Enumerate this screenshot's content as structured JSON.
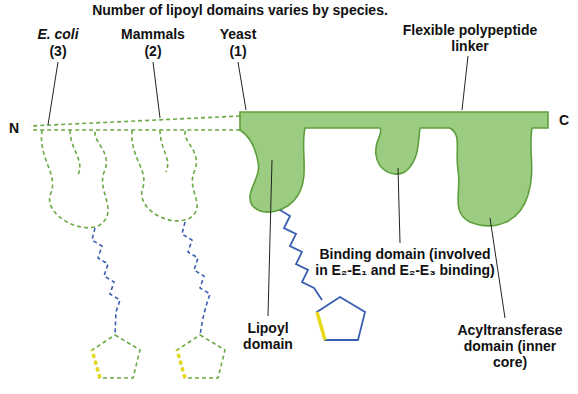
{
  "diagram": {
    "title": "Number of lipoyl domains varies by species.",
    "labels": [
      "E. coli",
      "(3)",
      "Mammals",
      "(2)",
      "Yeast",
      "(1)",
      "Flexible polypeptide linker",
      "N",
      "C",
      "Lipoyl domain",
      "Binding domain (involved in E₂-E₁ and E₂-E₃ binding)",
      "Acyltransferase domain (inner core)"
    ]
  }
}
